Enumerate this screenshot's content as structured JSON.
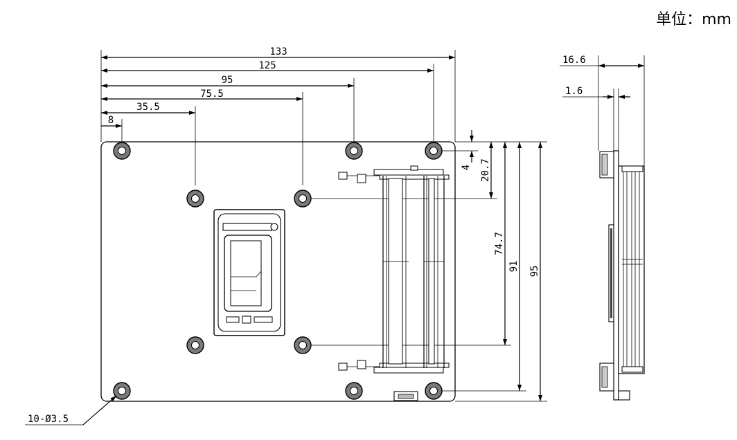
{
  "unit_label": "单位：mm",
  "dims": {
    "w133": "133",
    "w125": "125",
    "w95": "95",
    "w75_5": "75.5",
    "w35_5": "35.5",
    "w8": "8",
    "h4": "4",
    "h20_7": "20.7",
    "h74_7": "74.7",
    "h91": "91",
    "h95": "95",
    "side16_6": "16.6",
    "side1_6": "1.6",
    "holes": "10-Ø3.5"
  },
  "colors": {
    "line": "#000000",
    "hole_fill": "#7a7a7a"
  }
}
